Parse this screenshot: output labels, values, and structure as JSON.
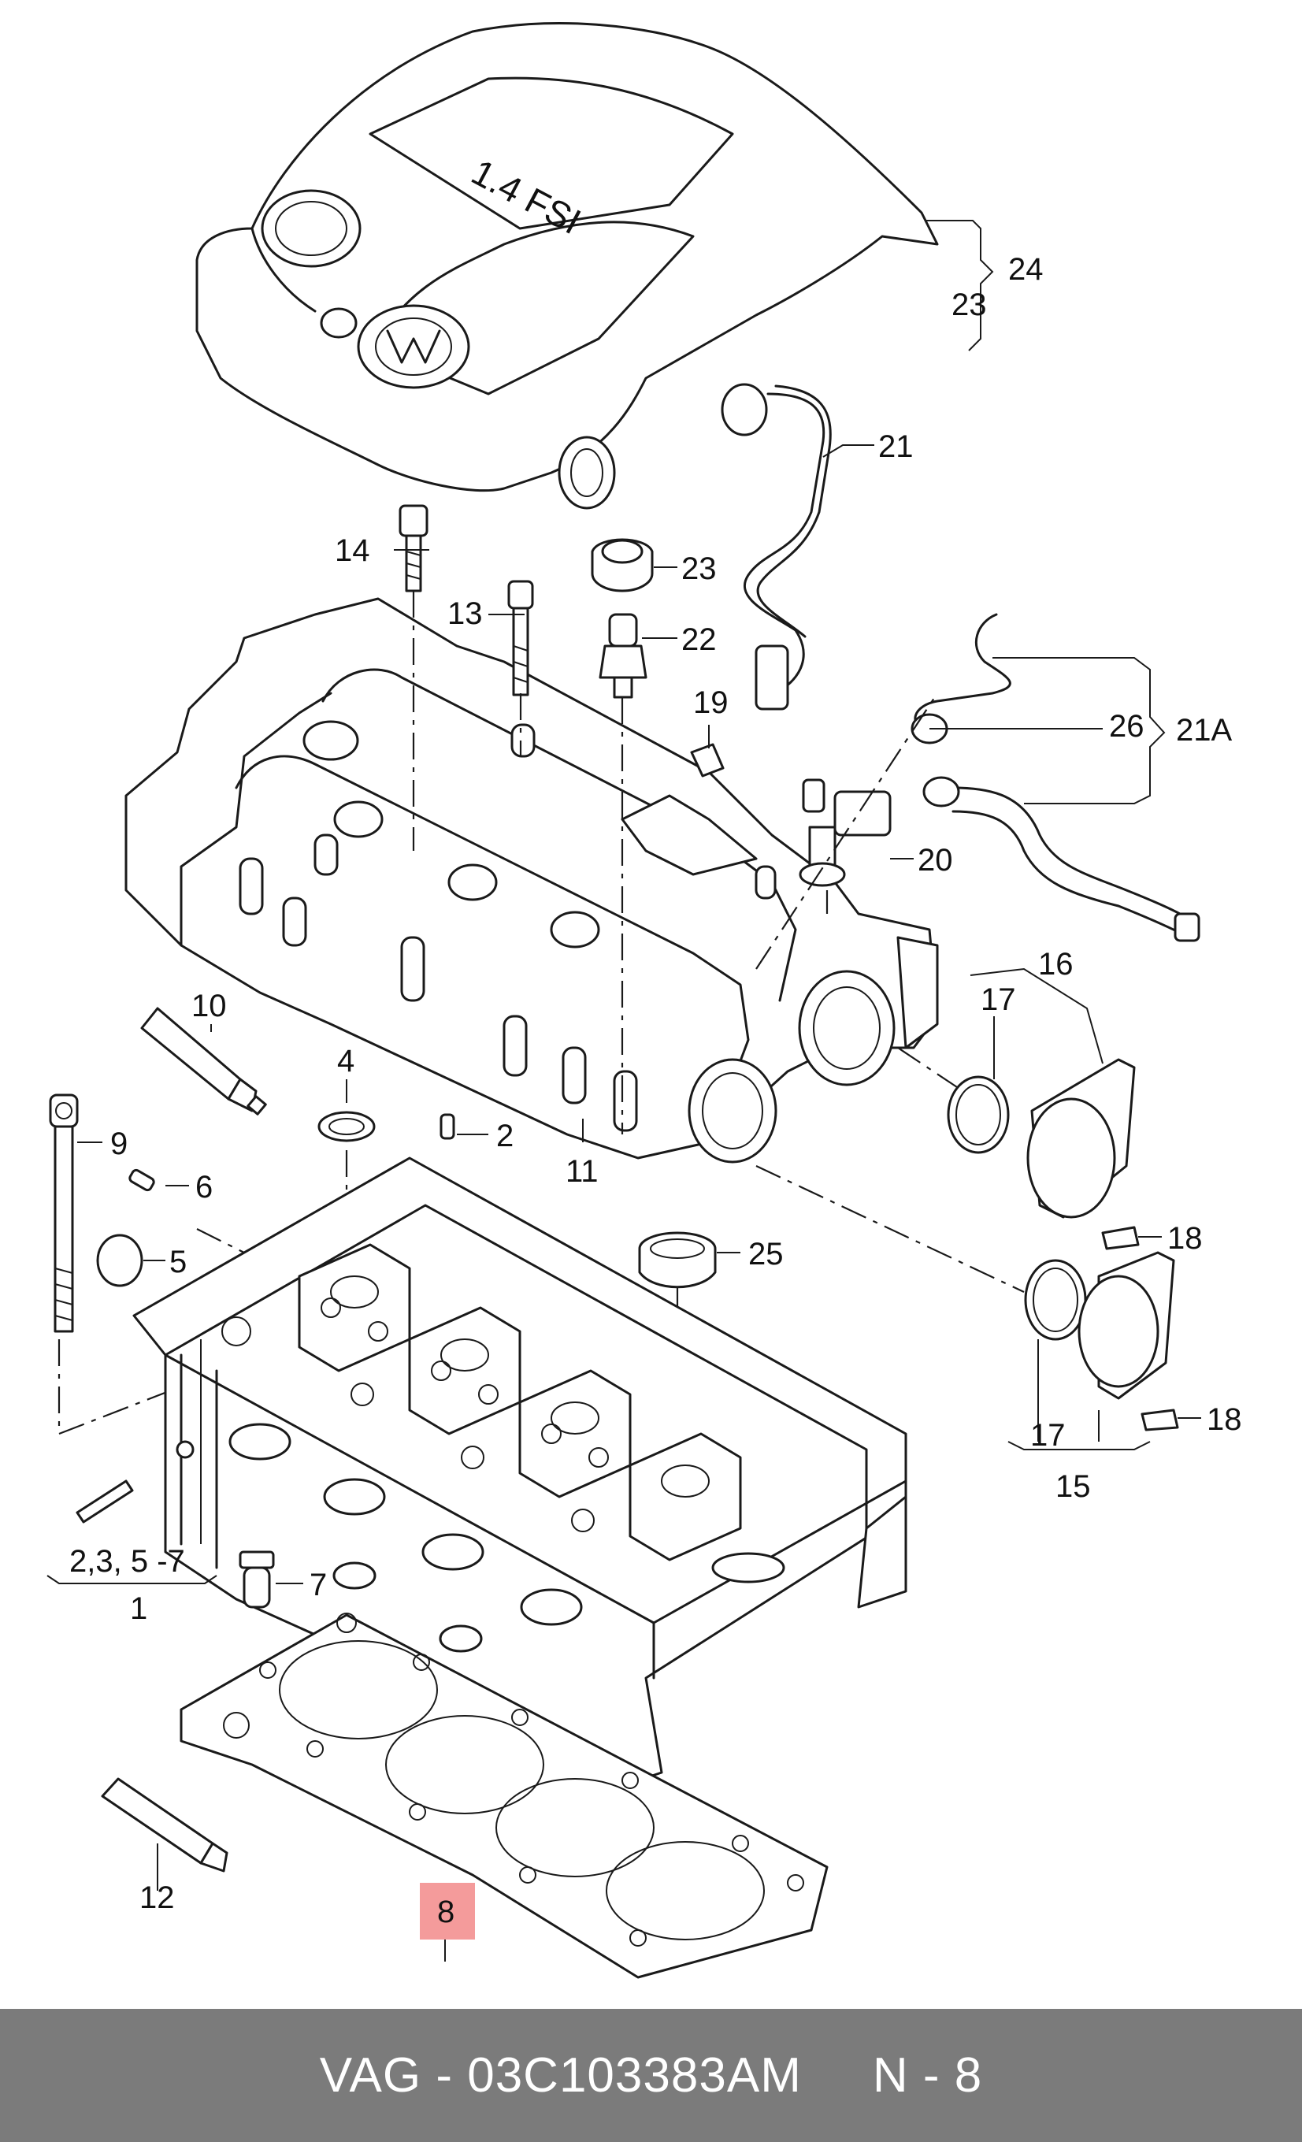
{
  "cover": {
    "engine_badge": "1.4 FSI"
  },
  "callouts": [
    {
      "id": "c24",
      "text": "24"
    },
    {
      "id": "c23a",
      "text": "23"
    },
    {
      "id": "c21",
      "text": "21"
    },
    {
      "id": "c14",
      "text": "14"
    },
    {
      "id": "c23b",
      "text": "23"
    },
    {
      "id": "c13",
      "text": "13"
    },
    {
      "id": "c22",
      "text": "22"
    },
    {
      "id": "c19",
      "text": "19"
    },
    {
      "id": "c26",
      "text": "26"
    },
    {
      "id": "c21A",
      "text": "21A"
    },
    {
      "id": "c20",
      "text": "20"
    },
    {
      "id": "c16",
      "text": "16"
    },
    {
      "id": "c17a",
      "text": "17"
    },
    {
      "id": "c10",
      "text": "10"
    },
    {
      "id": "c4",
      "text": "4"
    },
    {
      "id": "c9",
      "text": "9"
    },
    {
      "id": "c2",
      "text": "2"
    },
    {
      "id": "c11",
      "text": "11"
    },
    {
      "id": "c6",
      "text": "6"
    },
    {
      "id": "c18a",
      "text": "18"
    },
    {
      "id": "c5",
      "text": "5"
    },
    {
      "id": "c25",
      "text": "25"
    },
    {
      "id": "c18b",
      "text": "18"
    },
    {
      "id": "c17b",
      "text": "17"
    },
    {
      "id": "c15",
      "text": "15"
    },
    {
      "id": "c2357",
      "text": "2,3, 5 -7"
    },
    {
      "id": "c1",
      "text": "1"
    },
    {
      "id": "c7",
      "text": "7"
    },
    {
      "id": "c12",
      "text": "12"
    },
    {
      "id": "c8",
      "text": "8"
    }
  ],
  "highlight_callout": "8",
  "highlight_color": "#f49b9b",
  "footer": {
    "part_number": "VAG - 03C103383AM",
    "position": "N - 8",
    "background": "#7b7b7b"
  }
}
